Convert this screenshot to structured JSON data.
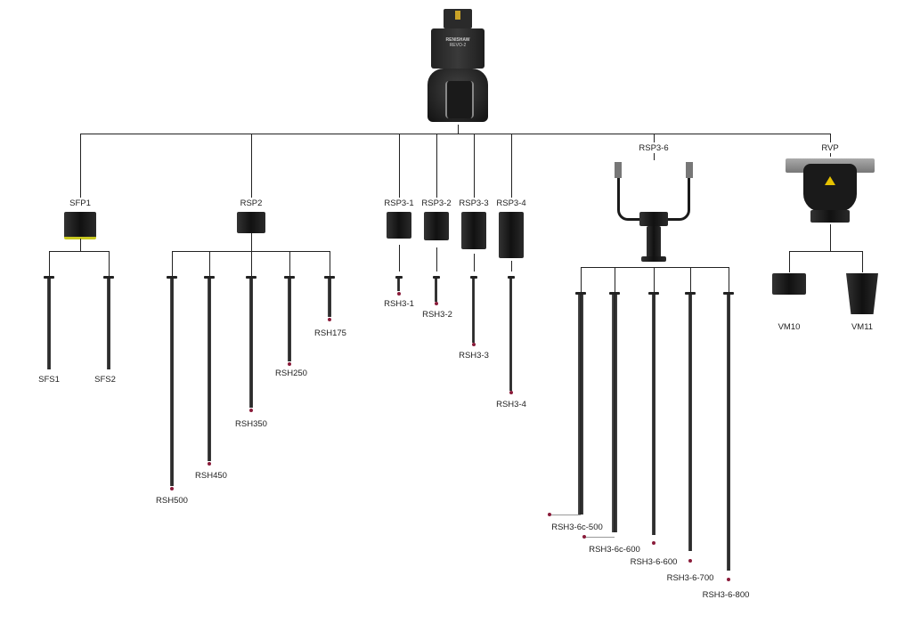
{
  "head": {
    "brand": "RENISHAW",
    "model": "REVO-2"
  },
  "modules": {
    "sfp1": "SFP1",
    "rsp2": "RSP2",
    "rsp3_1": "RSP3-1",
    "rsp3_2": "RSP3-2",
    "rsp3_3": "RSP3-3",
    "rsp3_4": "RSP3-4",
    "rsp3_6": "RSP3-6",
    "rvp": "RVP"
  },
  "styli": {
    "sfs1": "SFS1",
    "sfs2": "SFS2",
    "rsh500": "RSH500",
    "rsh450": "RSH450",
    "rsh350": "RSH350",
    "rsh250": "RSH250",
    "rsh175": "RSH175",
    "rsh3_1": "RSH3-1",
    "rsh3_2": "RSH3-2",
    "rsh3_3": "RSH3-3",
    "rsh3_4": "RSH3-4",
    "rsh3_6c_500": "RSH3-6c-500",
    "rsh3_6c_600": "RSH3-6c-600",
    "rsh3_6_600": "RSH3-6-600",
    "rsh3_6_700": "RSH3-6-700",
    "rsh3_6_800": "RSH3-6-800",
    "vm10": "VM10",
    "vm11": "VM11"
  },
  "colors": {
    "line": "#222222",
    "tip": "#8a1c3a",
    "body": "#1a1a1a"
  }
}
